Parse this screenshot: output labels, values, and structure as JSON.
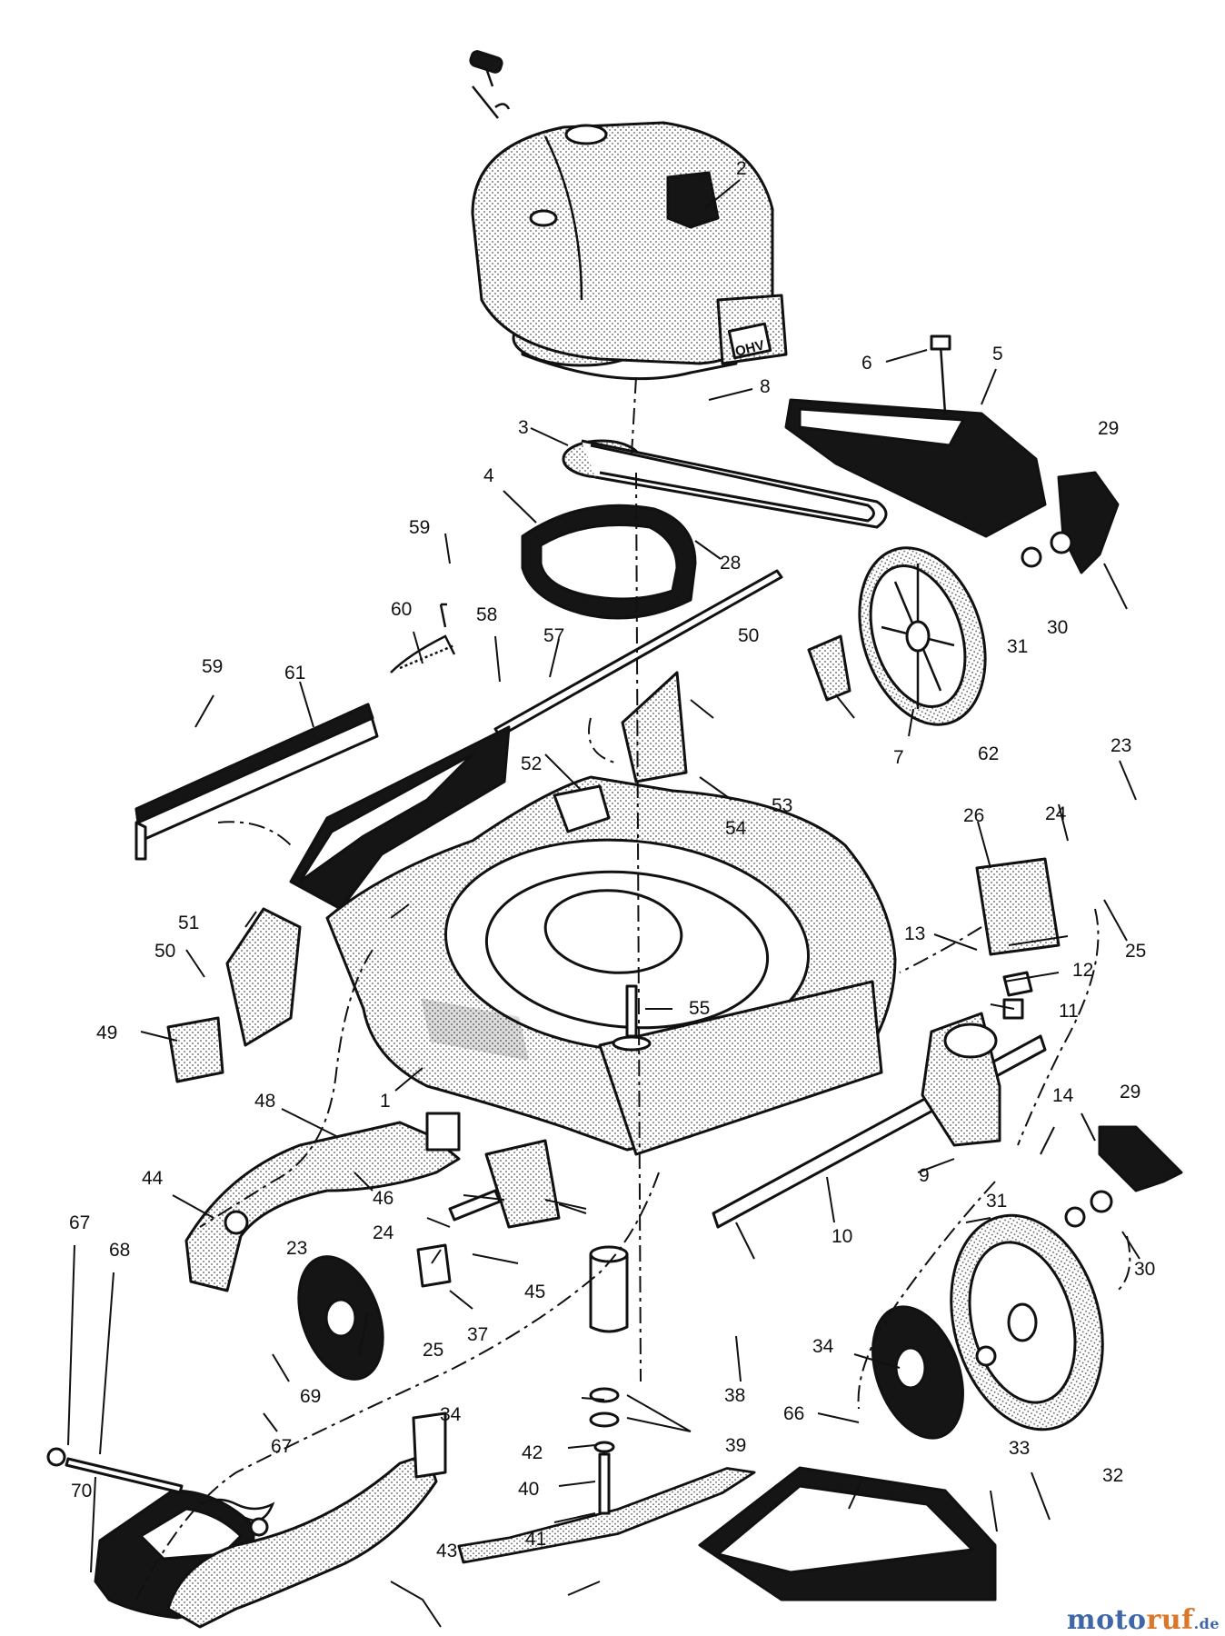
{
  "callouts": [
    "1",
    "2",
    "3",
    "4",
    "5",
    "6",
    "7",
    "8",
    "9",
    "10",
    "11",
    "12",
    "13",
    "14",
    "23",
    "23",
    "24",
    "24",
    "25",
    "25",
    "26",
    "28",
    "29",
    "29",
    "30",
    "30",
    "31",
    "31",
    "32",
    "33",
    "34",
    "34",
    "37",
    "38",
    "39",
    "40",
    "41",
    "42",
    "43",
    "44",
    "45",
    "46",
    "48",
    "49",
    "50",
    "50",
    "51",
    "52",
    "53",
    "54",
    "55",
    "57",
    "58",
    "59",
    "59",
    "60",
    "61",
    "62",
    "66",
    "67",
    "67",
    "68",
    "69",
    "70"
  ],
  "watermark": {
    "part1": "moto",
    "part2": "ruf",
    "part3": ".de"
  },
  "engine_label": "OHV"
}
